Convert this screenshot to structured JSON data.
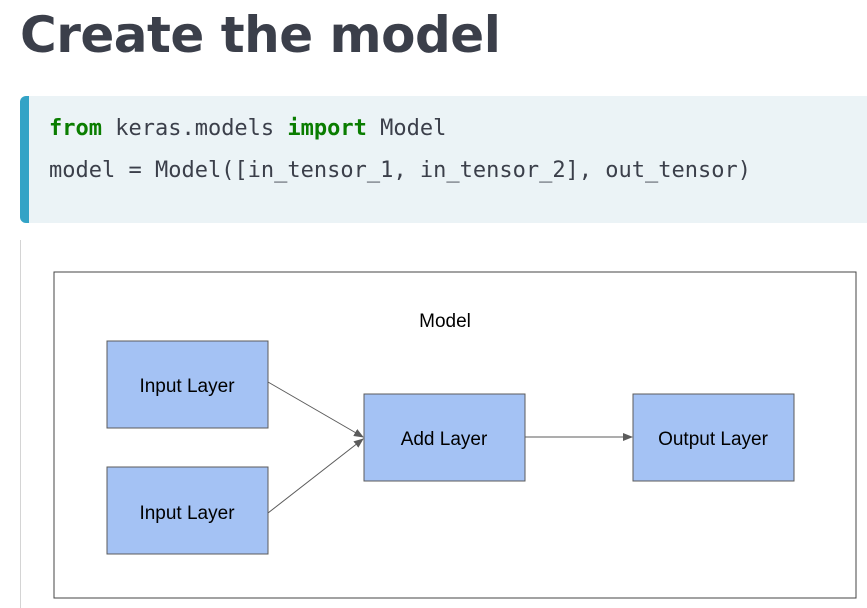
{
  "heading": "Create the model",
  "code": {
    "line1": {
      "keyword_from": "from",
      "module": " keras.models ",
      "keyword_import": "import",
      "name": " Model"
    },
    "line2": "model = Model([in_tensor_1, in_tensor_2], out_tensor)"
  },
  "diagram": {
    "container_label": "Model",
    "nodes": {
      "input_1": "Input Layer",
      "input_2": "Input Layer",
      "add": "Add Layer",
      "output": "Output Layer"
    },
    "colors": {
      "node_fill": "#a4c2f4",
      "node_stroke": "#5b5b5b",
      "code_bg": "#ebf3f6",
      "code_accent": "#33a3c6",
      "keyword": "#0a7d00"
    }
  }
}
